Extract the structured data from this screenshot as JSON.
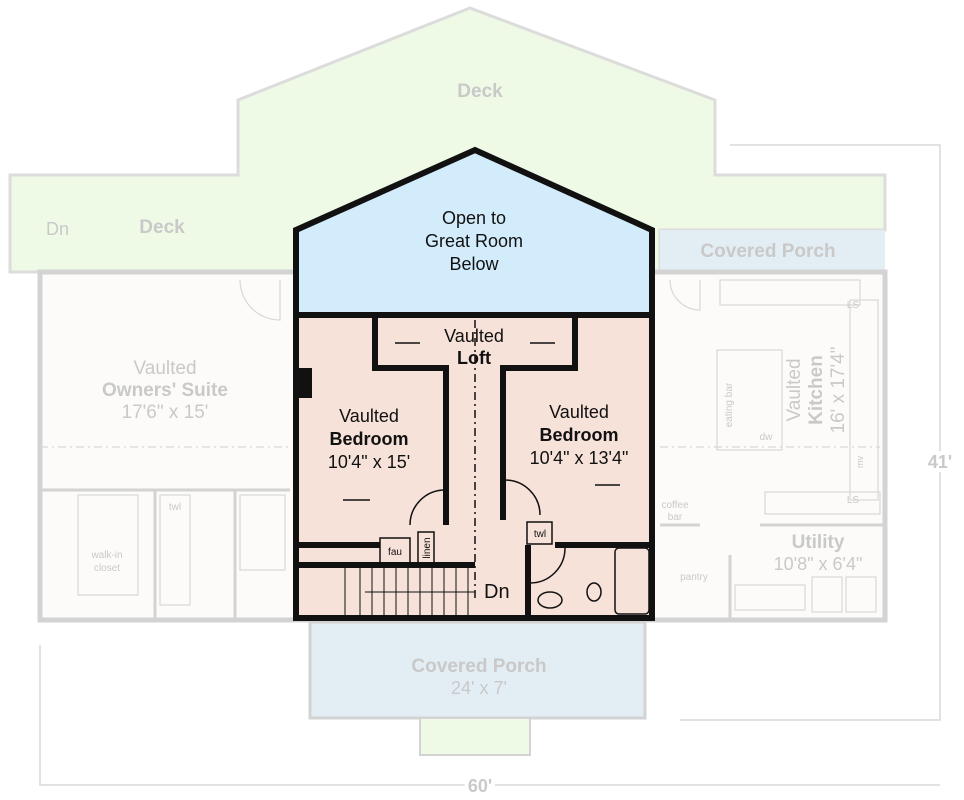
{
  "title": "Upper floor plan",
  "colors": {
    "deck": "#eefae6",
    "covered_porch": "#e3eef4",
    "open_to_below": "#d3ecfb",
    "upper_floor": "#f6e2d9",
    "main_floor_faded": "#fdfbf9",
    "walls_upper": "#111111",
    "walls_faded": "#d3d3d3"
  },
  "labels": {
    "deck_top": "Deck",
    "deck_left": "Deck",
    "dn_left": "Dn",
    "covered_porch_right": "Covered Porch",
    "open_line1": "Open to",
    "open_line2": "Great Room",
    "open_line3": "Below",
    "loft_line1": "Vaulted",
    "loft_line2": "Loft",
    "bed1_line1": "Vaulted",
    "bed1_line2": "Bedroom",
    "bed1_size": "10'4\" x 15'",
    "bed2_line1": "Vaulted",
    "bed2_line2": "Bedroom",
    "bed2_size": "10'4\" x 13'4\"",
    "fau": "fau",
    "linen": "linen",
    "twl_upper": "twl",
    "dn_stairs": "Dn",
    "owners_line1": "Vaulted",
    "owners_line2": "Owners' Suite",
    "owners_size": "17'6\" x 15'",
    "walkin": "walk-in",
    "closet": "closet",
    "twl_main": "twl",
    "kitchen_line1": "Vaulted",
    "kitchen_line2": "Kitchen",
    "kitchen_size": "16' x 17'4\"",
    "eating_bar": "eating bar",
    "dw": "dw",
    "mv": "mv",
    "ls1": "LS",
    "ls2": "LS",
    "coffee": "coffee",
    "bar": "bar",
    "pantry": "pantry",
    "utility": "Utility",
    "utility_size": "10'8\" x 6'4\"",
    "porch_bottom": "Covered Porch",
    "porch_bottom_size": "24' x 7'",
    "dim_width": "60'",
    "dim_depth": "41'"
  }
}
